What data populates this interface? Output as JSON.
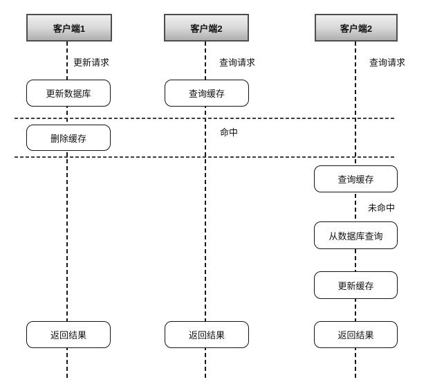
{
  "diagram_title": "cache-update-query-sequence",
  "colors": {
    "actor_gradient_top": "#efefef",
    "actor_gradient_bottom": "#aeaeae",
    "actor_border": "#4d4d4d",
    "node_border": "#111111",
    "line": "#161616",
    "separator": "#3c3c3c"
  },
  "lanes": [
    {
      "header": "客户端1",
      "request": "更新请求",
      "box1": "更新数据库",
      "box2": "删除缓存",
      "result": "返回结果"
    },
    {
      "header": "客户端2",
      "request": "查询请求",
      "box1": "查询缓存",
      "hit_label": "命中",
      "result": "返回结果"
    },
    {
      "header": "客户端2",
      "request": "查询请求",
      "box1": "查询缓存",
      "miss_label": "未命中",
      "box2": "从数据库查询",
      "box3": "更新缓存",
      "result": "返回结果"
    }
  ]
}
